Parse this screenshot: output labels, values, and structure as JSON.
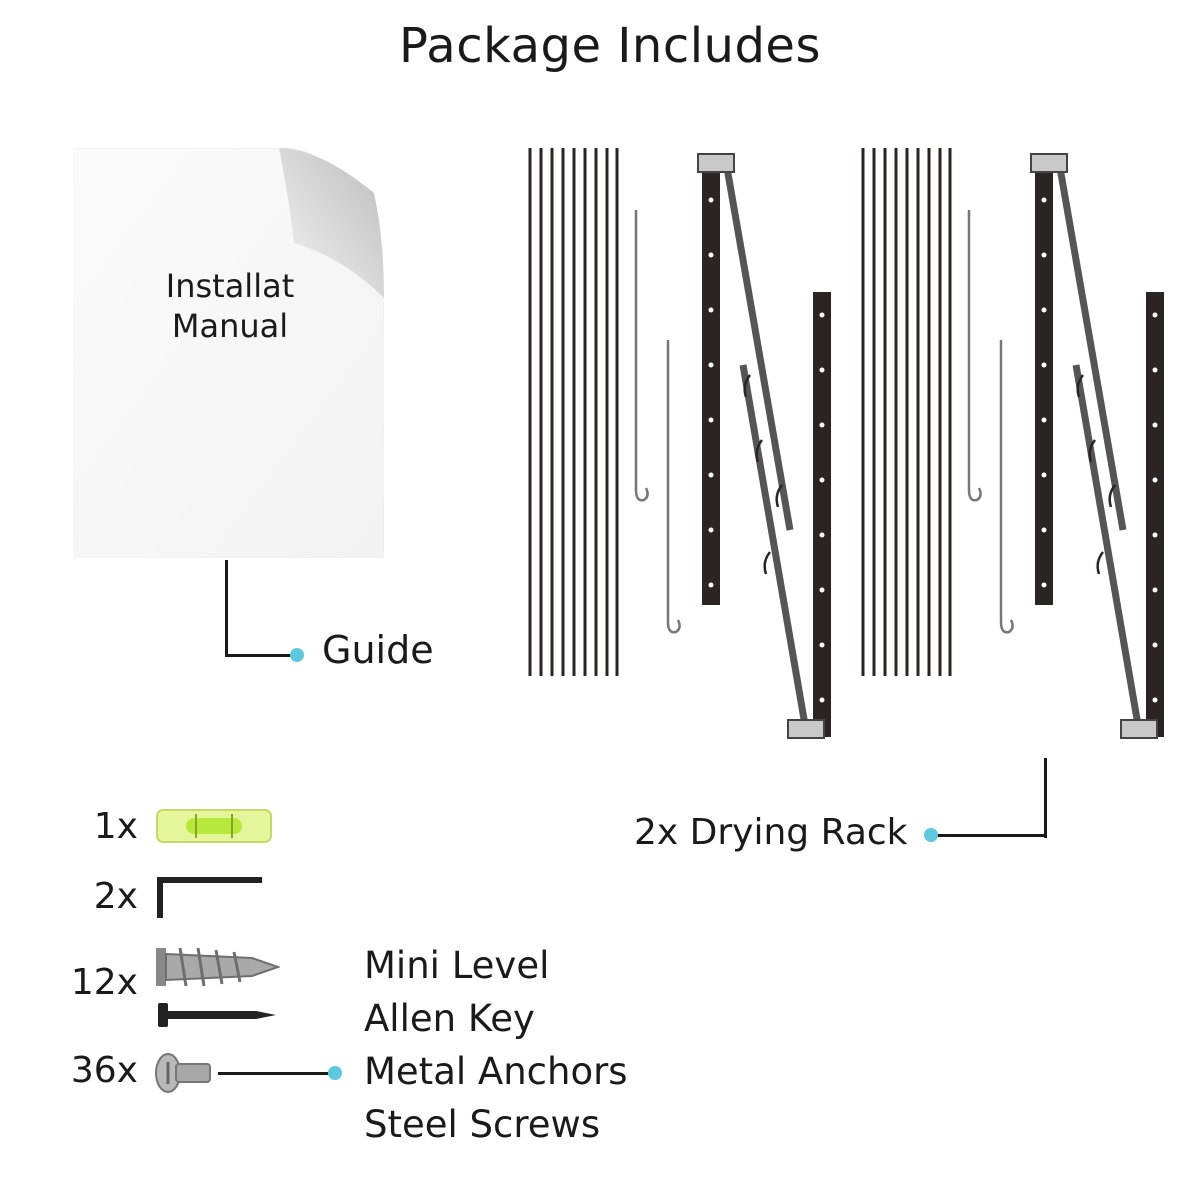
{
  "title": "Package Includes",
  "manual": {
    "text_line1": "Installat",
    "text_line1_tail": "",
    "text_line2": "Manual"
  },
  "guide": {
    "label": "Guide"
  },
  "rack": {
    "label": "2x Drying Rack"
  },
  "hardware": {
    "quantities": [
      "1x",
      "2x",
      "12x",
      "36x"
    ],
    "names": [
      "Mini Level",
      "Allen Key",
      "Metal Anchors",
      "Steel Screws"
    ]
  },
  "colors": {
    "accent_dot": "#5dc8e0",
    "text": "#1a1a1a",
    "rack_metal": "#2a2522"
  }
}
